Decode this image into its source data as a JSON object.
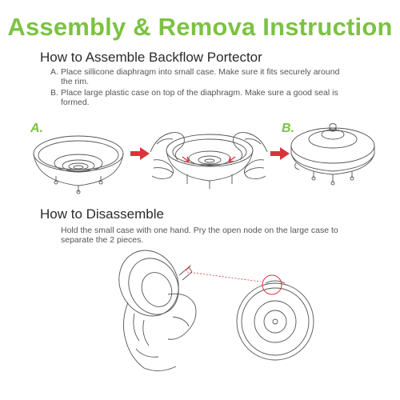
{
  "page": {
    "title": "Assembly & Remova Instruction",
    "accent": "#7cc242",
    "arrow_color": "#d9343c"
  },
  "assemble": {
    "heading": "How to Assemble Backflow Portector",
    "steps": [
      {
        "marker": "A.",
        "text": "Place sillicone diaphragm into small case. Make sure it fits securely around the rim."
      },
      {
        "marker": "B.",
        "text": "Place large plastic case on top of the diaphragm. Make sure a good seal is formed."
      }
    ],
    "figure_labels": [
      "A.",
      "B."
    ]
  },
  "disassemble": {
    "heading": "How to Disassemble",
    "text": "Hold the small case with one hand. Pry the open node on the large case to separate the 2 pieces."
  },
  "icons": [
    "diaphragm-illustration",
    "hands-pressing-illustration",
    "assembled-case-illustration",
    "red-arrow-icon",
    "hand-prying-illustration",
    "case-top-view-illustration"
  ]
}
